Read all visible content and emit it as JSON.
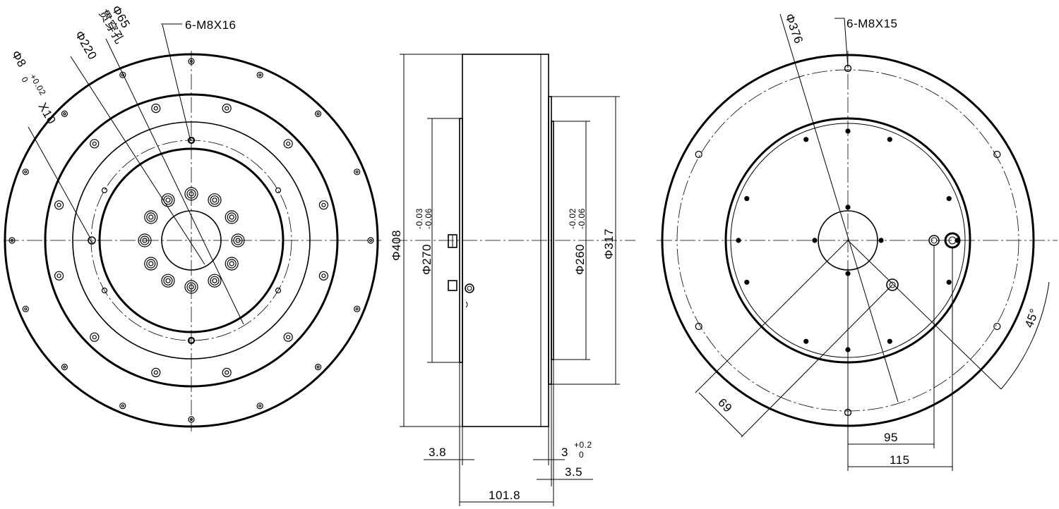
{
  "front_view": {
    "dia_65": "Φ65",
    "through_hole": "贯穿孔",
    "dia_220": "Φ220",
    "dia_8": "Φ8",
    "dia_8_tol_upper": "+0.02",
    "dia_8_tol_lower": "0",
    "dia_8_depth": "X10",
    "thread_label": "6-M8X16"
  },
  "side_view": {
    "dia_408": "Φ408",
    "dia_270": "Φ270",
    "dia_270_tol_upper": "-0.03",
    "dia_270_tol_lower": "-0.06",
    "dia_260": "Φ260",
    "dia_260_tol_upper": "-0.02",
    "dia_260_tol_lower": "-0.06",
    "dia_317": "Φ317",
    "dim_3_8": "3.8",
    "dim_3": "3",
    "dim_3_tol_upper": "+0.2",
    "dim_3_tol_lower": "0",
    "dim_3_5": "3.5",
    "dim_101_8": "101.8"
  },
  "rear_view": {
    "dia_376": "Φ376",
    "thread_label": "6-M8X15",
    "angle_45": "45°",
    "dim_69": "69",
    "dim_95": "95",
    "dim_115": "115"
  }
}
